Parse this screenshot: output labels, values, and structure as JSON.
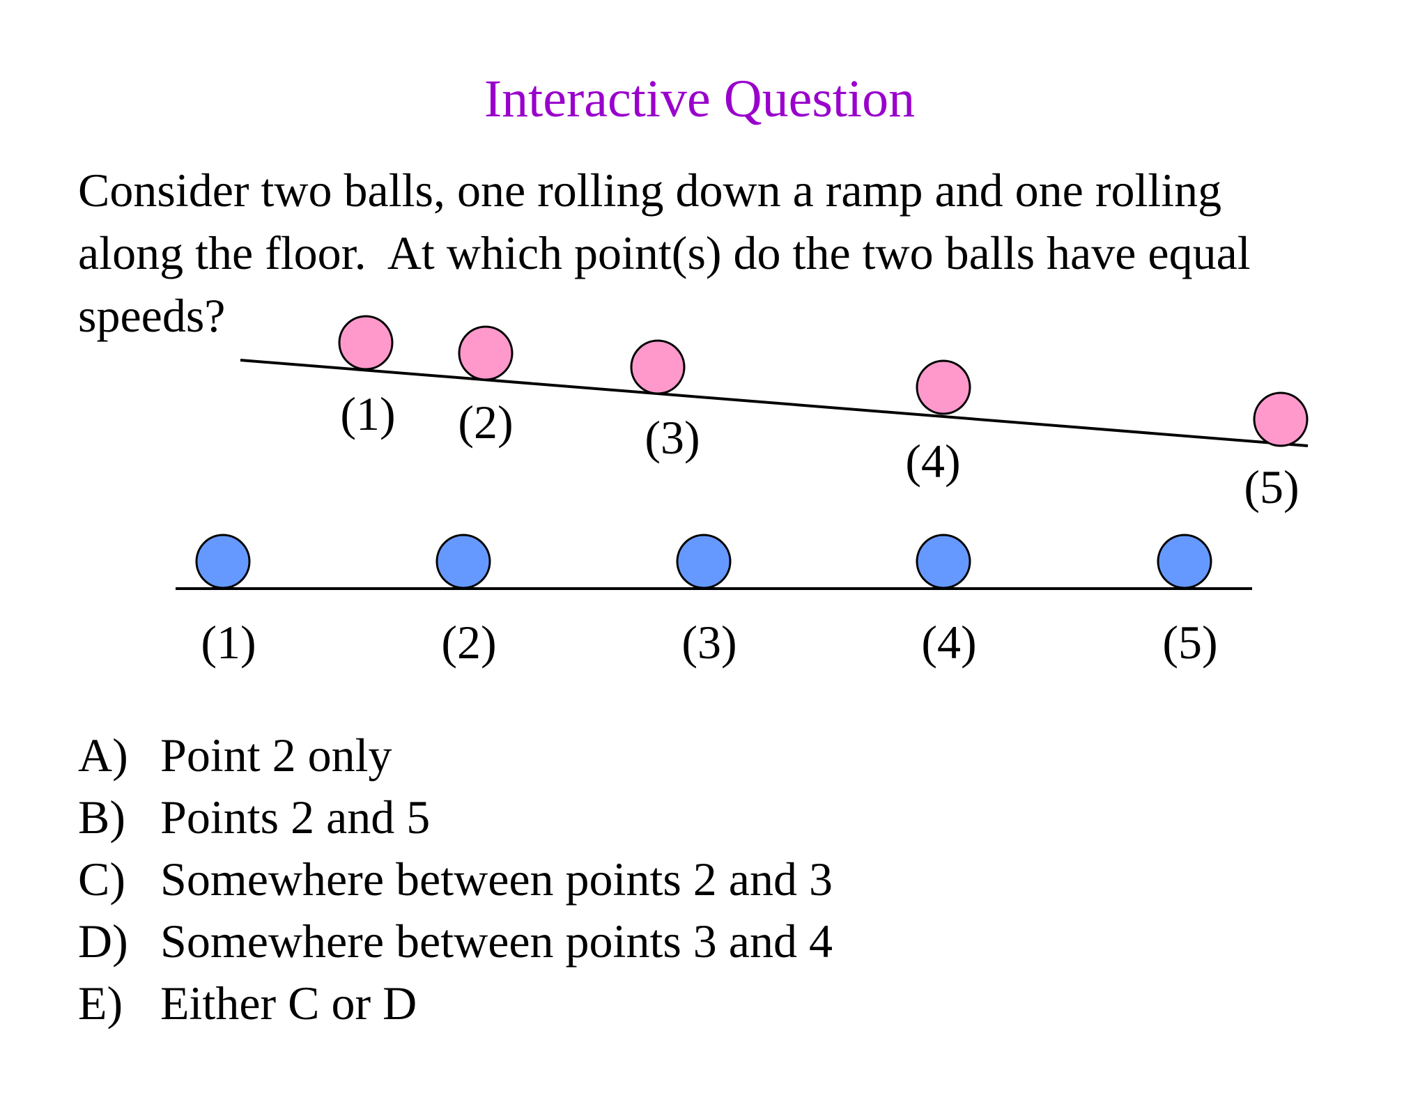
{
  "title": "Interactive Question",
  "question_lines": [
    "Consider two balls, one rolling down a ramp and one rolling",
    "along the floor.  At which point(s) do the two balls have equal",
    "speeds?"
  ],
  "ramp": {
    "ball_color": "#ff99cc",
    "labels": [
      "(1)",
      "(2)",
      "(3)",
      "(4)",
      "(5)"
    ]
  },
  "floor": {
    "ball_color": "#6699ff",
    "labels": [
      "(1)",
      "(2)",
      "(3)",
      "(4)",
      "(5)"
    ]
  },
  "options": [
    {
      "letter": "A)",
      "text": "Point 2 only"
    },
    {
      "letter": "B)",
      "text": "Points 2 and 5"
    },
    {
      "letter": "C)",
      "text": "Somewhere between points 2 and 3"
    },
    {
      "letter": "D)",
      "text": "Somewhere between points 3 and 4"
    },
    {
      "letter": "E)",
      "text": "Either C or D"
    }
  ],
  "colors": {
    "title": "#9900cc",
    "text": "#000000",
    "line": "#000000"
  }
}
